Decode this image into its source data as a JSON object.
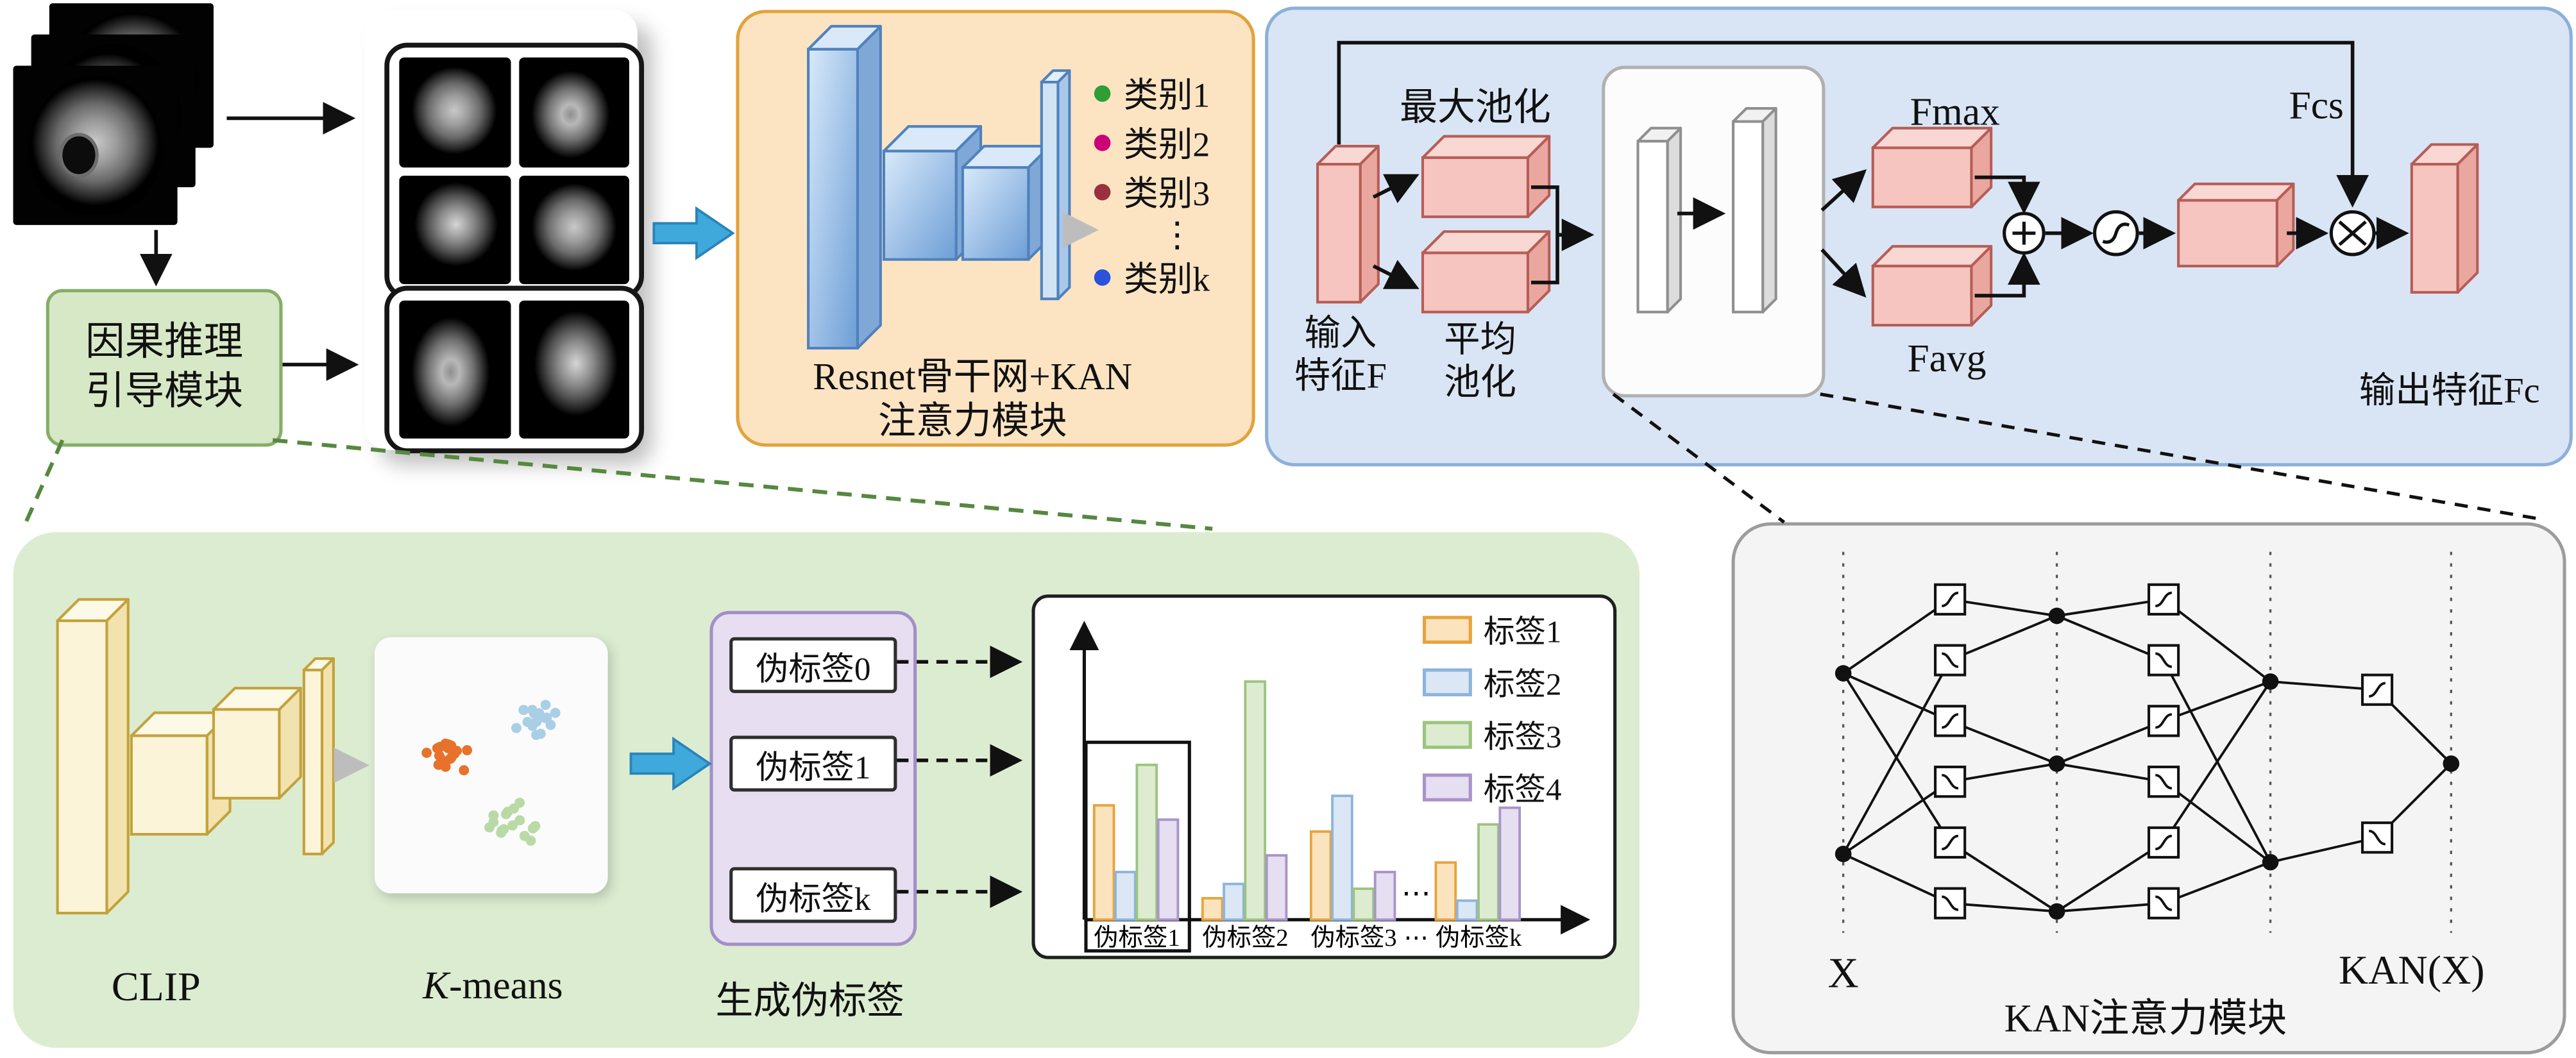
{
  "causal_module": {
    "line1": "因果推理",
    "line2": "引导模块"
  },
  "resnet_box": {
    "caption_line1": "Resnet骨干网+KAN",
    "caption_line2": "注意力模块",
    "classes": [
      {
        "label": "类别1",
        "color": "#2e9e36"
      },
      {
        "label": "类别2",
        "color": "#cc0077"
      },
      {
        "label": "类别3",
        "color": "#99303f"
      },
      {
        "label": "⋮",
        "color": ""
      },
      {
        "label": "类别k",
        "color": "#2a52dd"
      }
    ]
  },
  "attention_box": {
    "max_pool": "最大池化",
    "avg_pool_line1": "平均",
    "avg_pool_line2": "池化",
    "input_line1": "输入",
    "input_line2": "特征F",
    "fmax": "Fmax",
    "favg": "Favg",
    "fcs": "Fcs",
    "output": "输出特征Fc"
  },
  "pseudo_panel": {
    "clip_label": "CLIP",
    "kmeans_k": "K",
    "kmeans_rest": "-means",
    "pseudo_boxes": [
      "伪标签0",
      "伪标签1",
      "伪标签k"
    ],
    "caption": "生成伪标签"
  },
  "kan_panel": {
    "input_label": "X",
    "module_label": "KAN注意力模块",
    "output_label": "KAN(X)"
  },
  "chart_data": {
    "type": "bar",
    "title": "",
    "categories": [
      "伪标签1",
      "伪标签2",
      "伪标签3",
      "⋯",
      "伪标签k"
    ],
    "series": [
      {
        "name": "标签1",
        "stroke": "#e8a33d",
        "fill": "#fbe3bd",
        "values": [
          48,
          9,
          37,
          null,
          24
        ]
      },
      {
        "name": "标签2",
        "stroke": "#8eb4dc",
        "fill": "#dbe7f5",
        "values": [
          20,
          15,
          52,
          null,
          8
        ]
      },
      {
        "name": "标签3",
        "stroke": "#9cc47e",
        "fill": "#ddecd1",
        "values": [
          65,
          100,
          13,
          null,
          40
        ]
      },
      {
        "name": "标签4",
        "stroke": "#a894c9",
        "fill": "#e6def1",
        "values": [
          42,
          27,
          20,
          null,
          47
        ]
      }
    ],
    "ylim": [
      0,
      110
    ],
    "highlight_category": "伪标签1",
    "legend_position": "top-right",
    "grid": false,
    "xlabel": "",
    "ylabel": ""
  }
}
